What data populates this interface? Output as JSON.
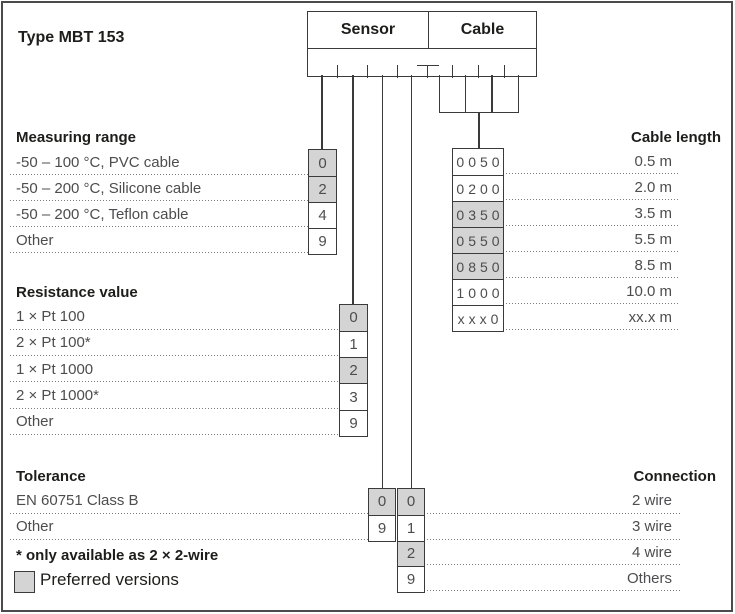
{
  "meta": {
    "title": "Type MBT 153"
  },
  "top_box": {
    "sensor_label": "Sensor",
    "cable_label": "Cable"
  },
  "sections": {
    "measuring_range": {
      "title": "Measuring range",
      "rows": [
        {
          "label": "-50 – 100 °C, PVC cable",
          "code": "0",
          "preferred": true
        },
        {
          "label": "-50 – 200 °C, Silicone cable",
          "code": "2",
          "preferred": true
        },
        {
          "label": "-50 – 200 °C, Teflon cable",
          "code": "4",
          "preferred": false
        },
        {
          "label": "Other",
          "code": "9",
          "preferred": false
        }
      ]
    },
    "resistance_value": {
      "title": "Resistance value",
      "rows": [
        {
          "label": "1 × Pt 100",
          "code": "0",
          "preferred": true
        },
        {
          "label": "2 × Pt 100*",
          "code": "1",
          "preferred": false
        },
        {
          "label": "1 × Pt 1000",
          "code": "2",
          "preferred": true
        },
        {
          "label": "2 × Pt 1000*",
          "code": "3",
          "preferred": false
        },
        {
          "label": "Other",
          "code": "9",
          "preferred": false
        }
      ]
    },
    "tolerance": {
      "title": "Tolerance",
      "rows": [
        {
          "label": "EN 60751 Class B",
          "code": "0",
          "preferred": true
        },
        {
          "label": "Other",
          "code": "9",
          "preferred": false
        }
      ]
    },
    "connection": {
      "title": "Connection",
      "rows": [
        {
          "label": "2 wire",
          "code": "0",
          "preferred": true
        },
        {
          "label": "3 wire",
          "code": "1",
          "preferred": false
        },
        {
          "label": "4 wire",
          "code": "2",
          "preferred": true
        },
        {
          "label": "Others",
          "code": "9",
          "preferred": false
        }
      ]
    },
    "cable_length": {
      "title": "Cable length",
      "rows": [
        {
          "code": "0050",
          "label": "0.5 m",
          "preferred": false
        },
        {
          "code": "0200",
          "label": "2.0 m",
          "preferred": false
        },
        {
          "code": "0350",
          "label": "3.5 m",
          "preferred": true
        },
        {
          "code": "0550",
          "label": "5.5 m",
          "preferred": true
        },
        {
          "code": "0850",
          "label": "8.5 m",
          "preferred": true
        },
        {
          "code": "1000",
          "label": "10.0 m",
          "preferred": false
        },
        {
          "code": "xxx0",
          "label": "xx.x m",
          "preferred": false
        }
      ]
    }
  },
  "footnote": {
    "text": "* only available as 2 × 2-wire"
  },
  "legend": {
    "label": "Preferred versions"
  },
  "colors": {
    "preferred_fill": "#d4d4d4",
    "line": "#3a3a3c",
    "text": "#4d4d4f",
    "heading": "#1d1d1b"
  }
}
